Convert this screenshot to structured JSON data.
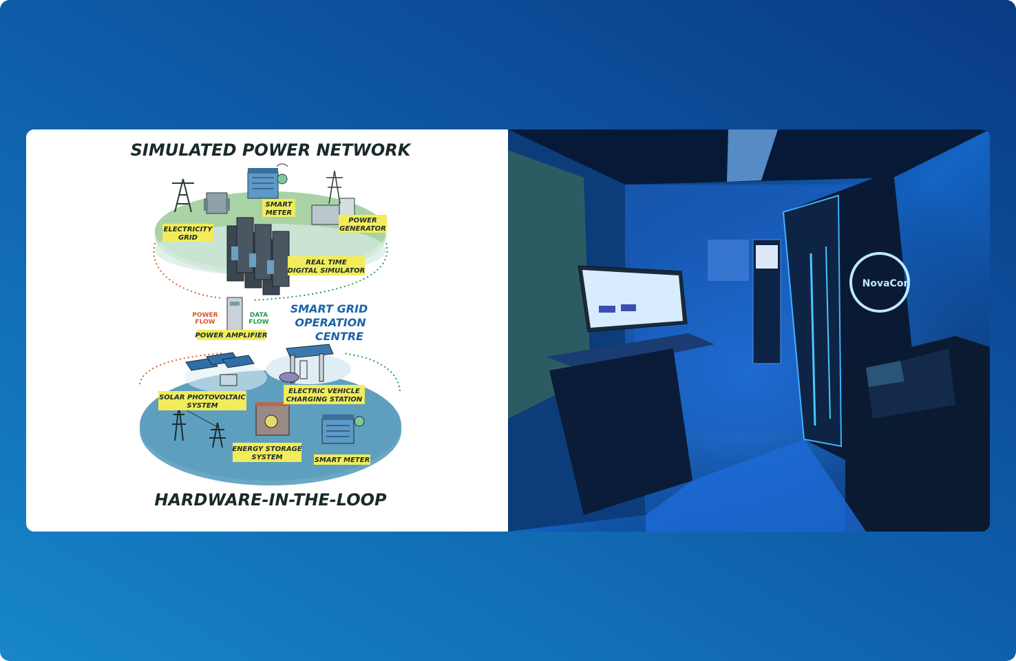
{
  "diagram": {
    "title_top": "SIMULATED POWER NETWORK",
    "title_bottom": "HARDWARE-IN-THE-LOOP",
    "centre_title": [
      "SMART GRID",
      "OPERATION",
      "CENTRE"
    ],
    "flow_labels": {
      "power": [
        "POWER",
        "FLOW"
      ],
      "data": [
        "DATA",
        "FLOW"
      ]
    },
    "top_labels": {
      "electricity_grid": [
        "ELECTRICITY",
        "GRID"
      ],
      "smart_meter": [
        "SMART",
        "METER"
      ],
      "power_generator": [
        "POWER",
        "GENERATOR"
      ],
      "rtds": [
        "REAL TIME",
        "DIGITAL SIMULATOR"
      ]
    },
    "middle_labels": {
      "power_amplifier": "POWER AMPLIFIER"
    },
    "bottom_labels": {
      "solar": [
        "SOLAR PHOTOVOLTAIC",
        "SYSTEM"
      ],
      "ev": [
        "ELECTRIC VEHICLE",
        "CHARGING STATION"
      ],
      "storage": [
        "ENERGY STORAGE",
        "SYSTEM"
      ],
      "smart_meter": "SMART METER"
    }
  },
  "photo": {
    "logo_text": "NovaCor"
  },
  "colors": {
    "label_yellow": "#f2ec5a",
    "power_flow": "#d9542a",
    "data_flow": "#1f9a4a",
    "centre_blue": "#1b63a8"
  }
}
